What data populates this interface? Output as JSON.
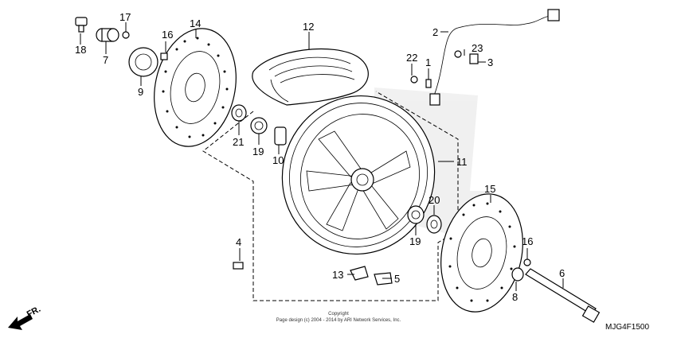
{
  "callouts": {
    "c1": "1",
    "c2": "2",
    "c3": "3",
    "c4": "4",
    "c5": "5",
    "c6": "6",
    "c7": "7",
    "c8": "8",
    "c9": "9",
    "c10": "10",
    "c11": "11",
    "c12": "12",
    "c13": "13",
    "c14": "14",
    "c15": "15",
    "c16a": "16",
    "c16b": "16",
    "c17": "17",
    "c18": "18",
    "c19a": "19",
    "c19b": "19",
    "c20": "20",
    "c21": "21",
    "c22": "22",
    "c23": "23"
  },
  "footer": {
    "copyright_line1": "Copyright",
    "copyright_line2": "Page design (c) 2004 - 2014 by ARI Network Services, Inc.",
    "diagram_code": "MJG4F1500",
    "direction_label": "FR."
  },
  "colors": {
    "line": "#000000",
    "background": "#ffffff",
    "watermark": "#d6d6d6"
  }
}
